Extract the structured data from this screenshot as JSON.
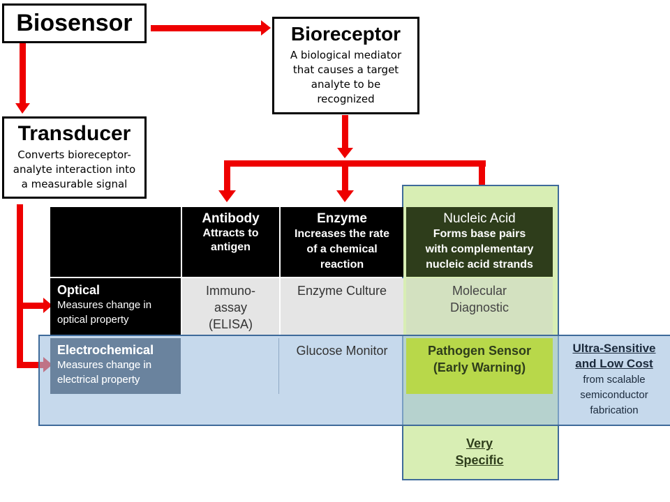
{
  "biosensor": {
    "title": "Biosensor"
  },
  "bioreceptor": {
    "title": "Bioreceptor",
    "description_lines": [
      "A biological mediator",
      "that causes a target",
      "analyte to be",
      "recognized"
    ]
  },
  "transducer": {
    "title": "Transducer",
    "description_lines": [
      "Converts bioreceptor-",
      "analyte interaction into",
      "a measurable signal"
    ]
  },
  "table": {
    "columns": [
      {
        "name": "Antibody",
        "description_lines": [
          "Attracts to",
          "antigen"
        ]
      },
      {
        "name": "Enzyme",
        "description_lines": [
          "Increases the rate",
          "of a chemical",
          "reaction"
        ]
      },
      {
        "name": "Nucleic Acid",
        "description_lines": [
          "Forms base pairs",
          "with complementary",
          "nucleic acid strands"
        ]
      }
    ],
    "rows": [
      {
        "name": "Optical",
        "description_lines": [
          "Measures change in",
          "optical property"
        ],
        "cells": [
          [
            "Immuno-",
            "assay",
            "(ELISA)"
          ],
          [
            "Enzyme Culture"
          ],
          [
            "Molecular",
            "Diagnostic"
          ]
        ]
      },
      {
        "name": "Electrochemical",
        "description_lines": [
          "Measures change in",
          "electrical property"
        ],
        "cells": [
          [],
          [
            "Glucose Monitor"
          ],
          [
            "Pathogen Sensor",
            "(Early Warning)"
          ]
        ]
      }
    ]
  },
  "callouts": {
    "ultra_sensitive_title_lines": [
      "Ultra-Sensitive",
      "and Low Cost"
    ],
    "ultra_sensitive_desc_lines": [
      "from scalable",
      "semiconductor",
      "fabrication"
    ],
    "very_specific_lines": [
      "Very",
      "Specific"
    ]
  },
  "colors": {
    "arrow": "#ee0000",
    "arrow_accent": "#e0401e",
    "green_column_fill": "#d8eeb4",
    "green_header_fill": "#2e3d1b",
    "blue_band_fill": "#bdd3e8",
    "band_border": "#3e6a9a",
    "pathogen_cell_fill": "#b8d84a",
    "electro_label_fill": "#1b2a3c"
  }
}
